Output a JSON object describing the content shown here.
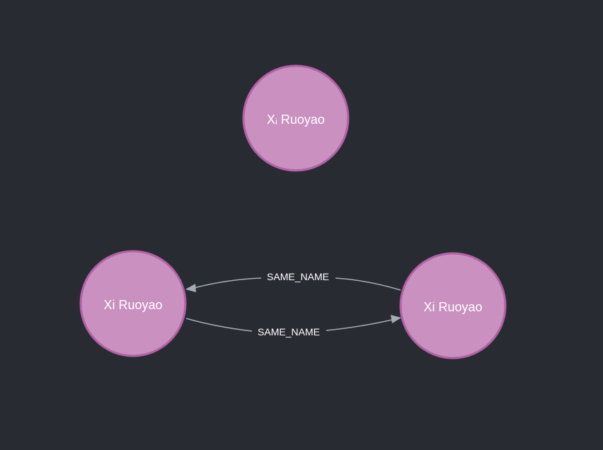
{
  "graph": {
    "nodes": [
      {
        "id": "n1",
        "label": "Xᵢ Ruoyao"
      },
      {
        "id": "n2",
        "label": "Xi Ruoyao"
      },
      {
        "id": "n3",
        "label": "Xi Ruoyao"
      }
    ],
    "relationships": [
      {
        "id": "r1",
        "from": "n3",
        "to": "n2",
        "type": "SAME_NAME"
      },
      {
        "id": "r2",
        "from": "n2",
        "to": "n3",
        "type": "SAME_NAME"
      }
    ]
  },
  "colors": {
    "background": "#292b33",
    "node_fill": "#c990c0",
    "node_stroke": "#b261a5",
    "edge": "#a5abb6",
    "text": "#ffffff"
  }
}
